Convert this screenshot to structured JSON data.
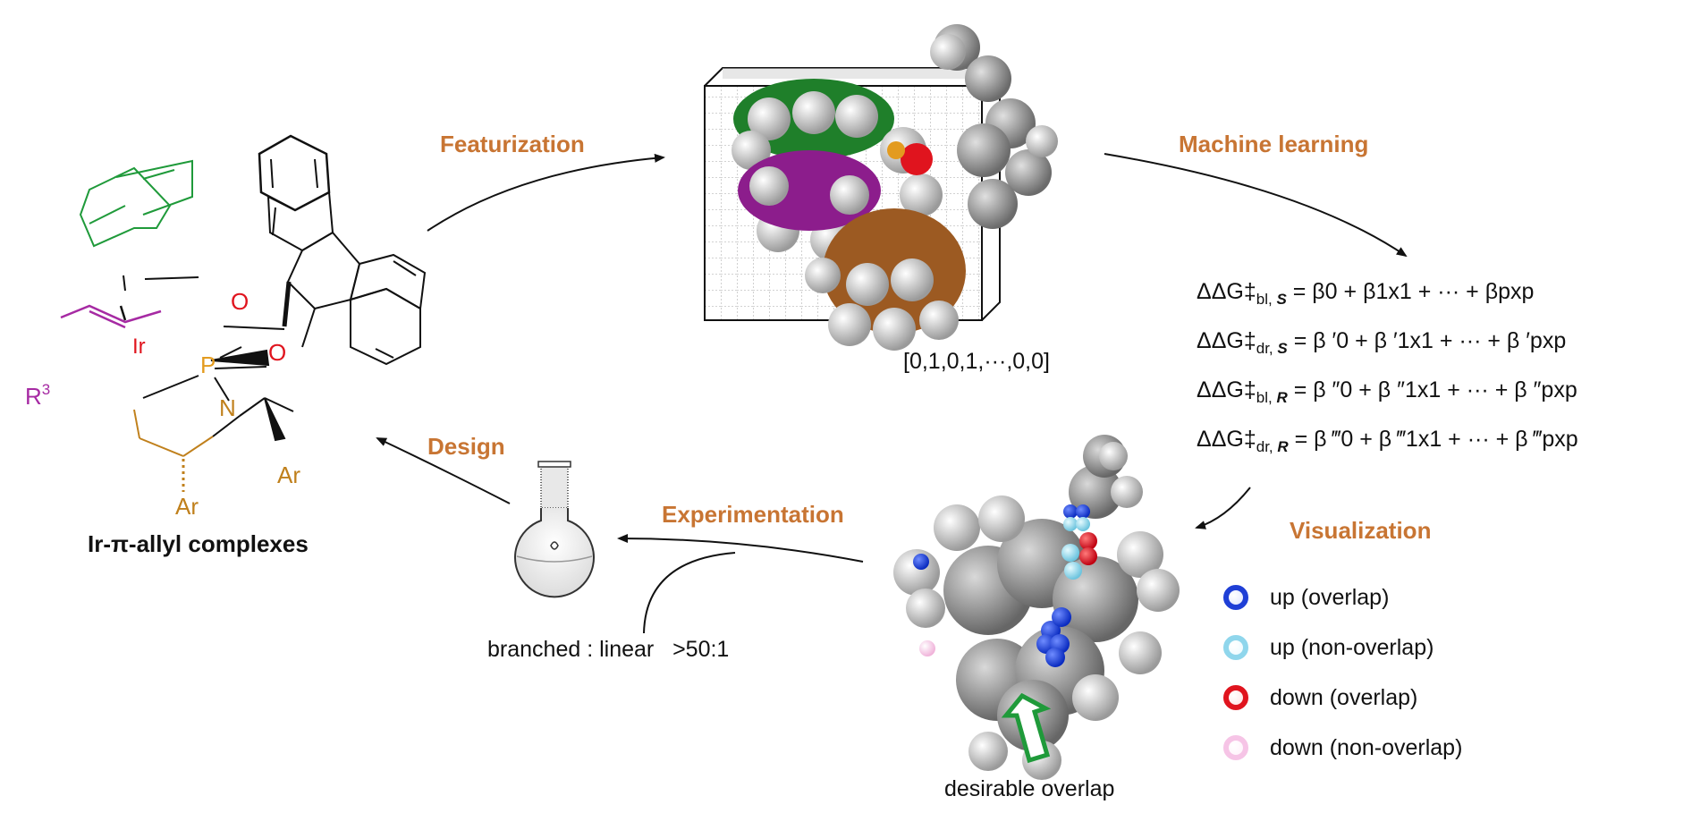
{
  "steps": {
    "featurization": "Featurization",
    "machine_learning": "Machine learning",
    "visualization": "Visualization",
    "experimentation": "Experimentation",
    "design": "Design"
  },
  "molecule": {
    "caption": "Ir-π-allyl complexes",
    "atom_O1": "O",
    "atom_O2": "O",
    "atom_P": "P",
    "atom_Ir": "Ir",
    "atom_N": "N",
    "atom_R3": "R",
    "atom_R3_sup": "3",
    "atom_Ar1": "Ar",
    "atom_Ar2": "Ar"
  },
  "feature_vector": "[0,1,0,1,···,0,0]",
  "equations": [
    {
      "lhs": "ΔΔG‡",
      "sub_plain": "bl,",
      "sub_bold": "S",
      "rhs": "= β0 + β1x1 + ··· + βpxp"
    },
    {
      "lhs": "ΔΔG‡",
      "sub_plain": "dr,",
      "sub_bold": "S",
      "rhs": "= β ′0 + β ′1x1 + ··· + β ′pxp"
    },
    {
      "lhs": "ΔΔG‡",
      "sub_plain": "bl,",
      "sub_bold": "R",
      "rhs": "= β ″0 + β ″1x1 + ··· + β ″pxp"
    },
    {
      "lhs": "ΔΔG‡",
      "sub_plain": "dr,",
      "sub_bold": "R",
      "rhs": "= β ‴0 + β ‴1x1 + ··· + β ‴pxp"
    }
  ],
  "selectivity": "branched : linear   >50:1",
  "overlap_caption": "desirable overlap",
  "legend": [
    {
      "label": "up (overlap)",
      "color": "#1f3fd6"
    },
    {
      "label": "up (non-overlap)",
      "color": "#8fd6ec"
    },
    {
      "label": "down (overlap)",
      "color": "#e0141e"
    },
    {
      "label": "down (non-overlap)",
      "color": "#f6c4e6"
    }
  ],
  "colors": {
    "step_label": "#c87533",
    "ligand_P": "#e39b1f",
    "ligand_O": "#e0141e",
    "ligand_N": "#c0801c",
    "cod": "#1f9a3a",
    "allyl": "#a62aa3",
    "arrow_green": "#1f9a3a"
  }
}
